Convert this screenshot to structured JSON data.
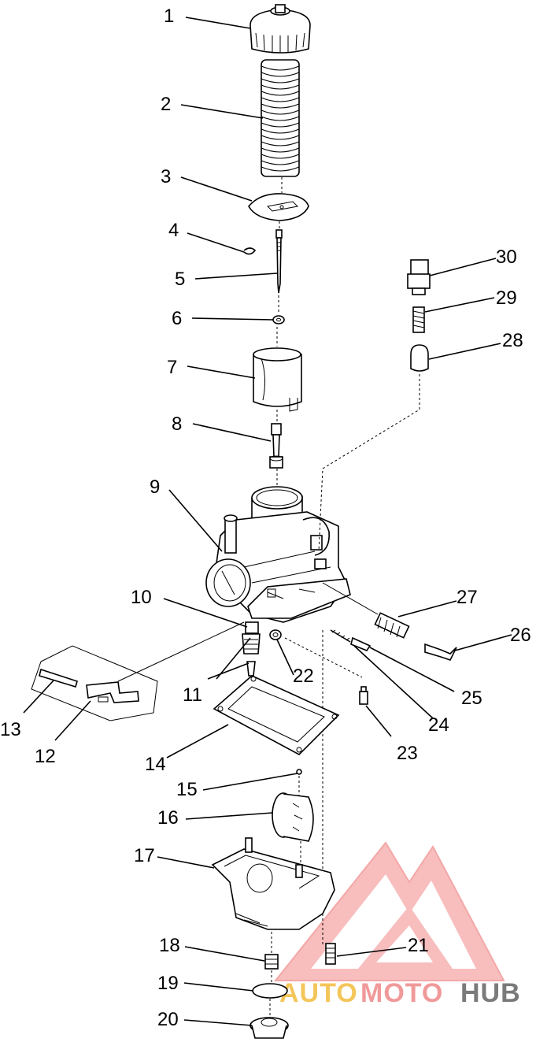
{
  "callouts": [
    "1",
    "2",
    "3",
    "4",
    "5",
    "6",
    "7",
    "8",
    "9",
    "10",
    "11",
    "12",
    "13",
    "14",
    "15",
    "16",
    "17",
    "18",
    "19",
    "20",
    "21",
    "22",
    "23",
    "24",
    "25",
    "26",
    "27",
    "28",
    "29",
    "30"
  ],
  "watermark": {
    "text_part1": "AUTO",
    "text_part2": "MOTO",
    "text_part3": "HUB",
    "color_primary": "#f5a3a3",
    "color_accent": "#f4c65a",
    "color_dark": "#7a7a7a"
  }
}
